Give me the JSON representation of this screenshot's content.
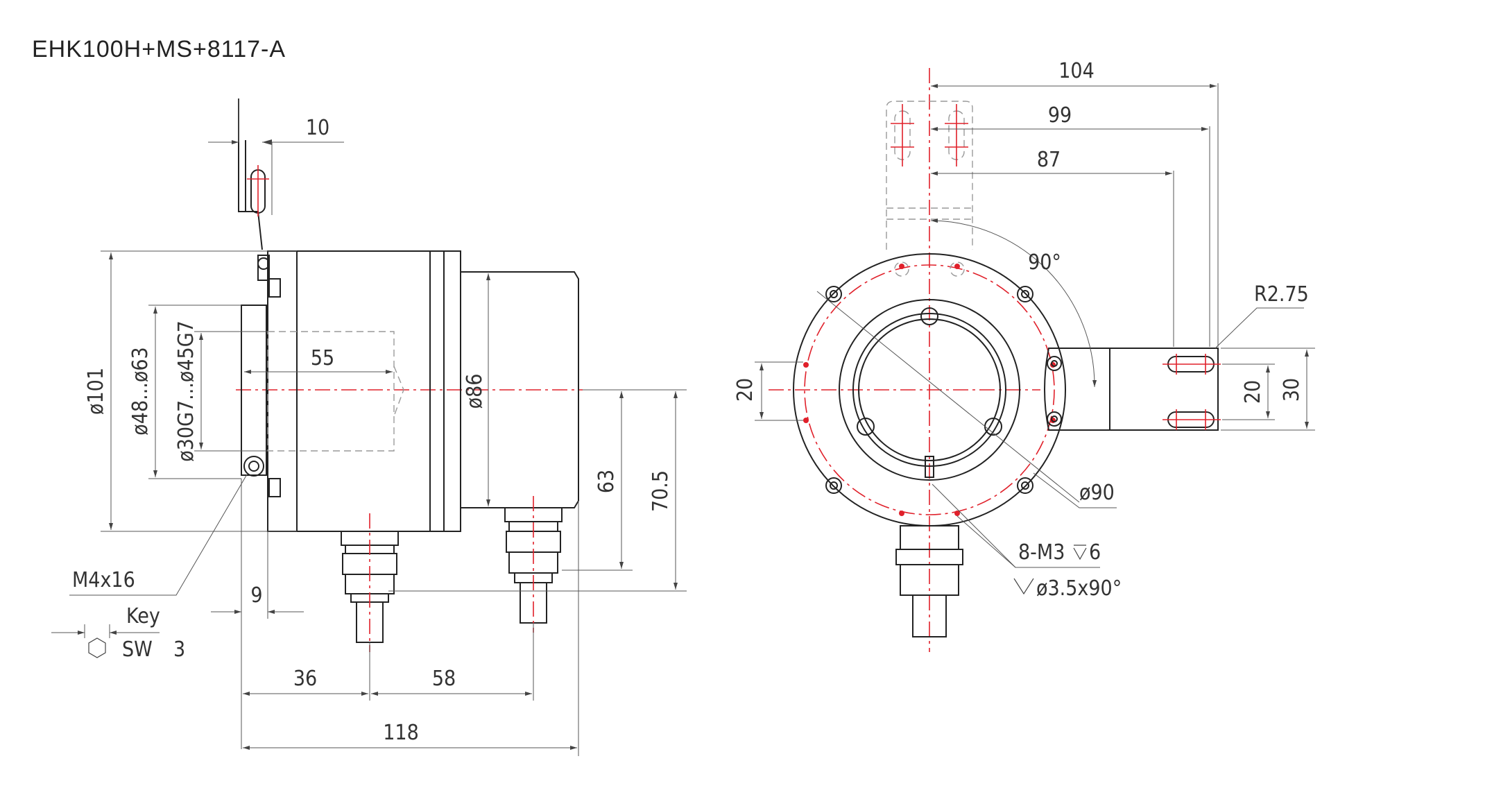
{
  "title": "EHK100H+MS+8117-A",
  "left_view": {
    "dim_top": "10",
    "dim_dia_101": "ø101",
    "dim_dia_48_63": "ø48...ø63",
    "dim_dia_30_45": "ø30G7...ø45G7",
    "dim_55": "55",
    "dim_dia_86": "ø86",
    "dim_63": "63",
    "dim_70_5": "70.5",
    "dim_9": "9",
    "dim_36": "36",
    "dim_58": "58",
    "dim_118": "118",
    "screw_label": "M4x16",
    "key_label": "Key",
    "sw_label": "SW",
    "sw_value": "3",
    "hex_icon": "hexagon-icon"
  },
  "right_view": {
    "dim_104": "104",
    "dim_99": "99",
    "dim_87": "87",
    "angle_90": "90°",
    "radius": "R2.75",
    "dim_20_left": "20",
    "dim_20_right": "20",
    "dim_30": "30",
    "dim_dia_90": "ø90",
    "thread_label": "8-M3",
    "thread_depth": "6",
    "countersink": "ø3.5x90°"
  }
}
